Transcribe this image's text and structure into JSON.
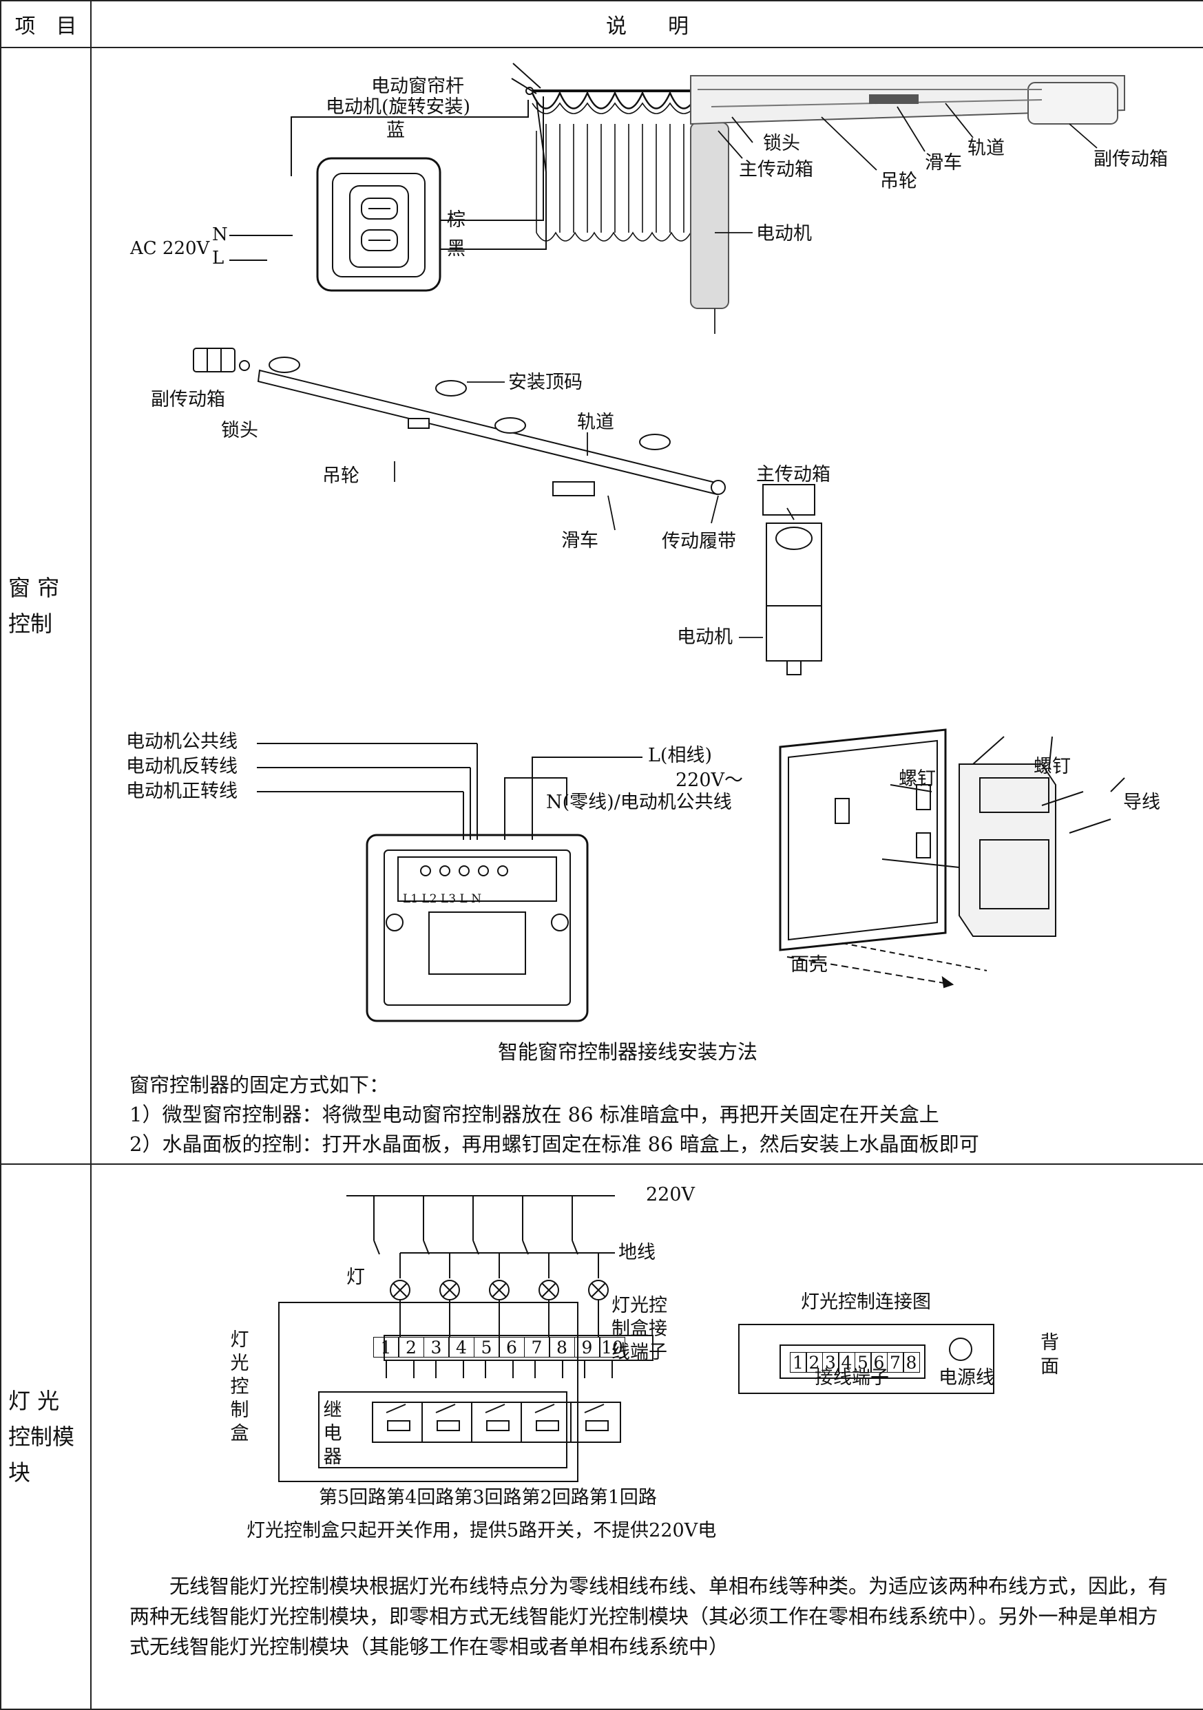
{
  "header": {
    "col1": "项　目",
    "col2": "说　　明"
  },
  "curtain": {
    "label_l1": "窗 帘",
    "label_l2": "控制",
    "fig1": {
      "rod": "电动窗帘杆",
      "motor_rot": "电动机(旋转安装)",
      "blue": "蓝",
      "brown": "棕",
      "black": "黑",
      "ac": "AC 220V",
      "n": "N",
      "l": "L"
    },
    "fig2": {
      "lock": "锁头",
      "main_box": "主传动箱",
      "pulley": "吊轮",
      "trolley": "滑车",
      "track": "轨道",
      "sub_box": "副传动箱",
      "motor": "电动机"
    },
    "fig3": {
      "sub_box": "副传动箱",
      "lock": "锁头",
      "pulley": "吊轮",
      "top_code": "安装顶码",
      "track": "轨道",
      "main_box": "主传动箱",
      "trolley": "滑车",
      "belt": "传动履带",
      "motor": "电动机"
    },
    "fig4": {
      "common": "电动机公共线",
      "reverse": "电动机反转线",
      "forward": "电动机正转线",
      "l_phase": "L(相线)",
      "v220": "220V～",
      "n_neutral": "N(零线)/电动机公共线",
      "terminals": "L1 L2 L3  L  N",
      "screw1": "螺钉",
      "screw2": "螺钉",
      "wire": "导线",
      "panel": "面壳"
    },
    "caption": "智能窗帘控制器接线安装方法",
    "text_intro": "窗帘控制器的固定方式如下：",
    "text_1": "1）微型窗帘控制器：将微型电动窗帘控制器放在 86 标准暗盒中，再把开关固定在开关盒上",
    "text_2": "2）水晶面板的控制：打开水晶面板，再用螺钉固定在标准 86 暗盒上，然后安装上水晶面板即可"
  },
  "light": {
    "label_l1": "灯 光",
    "label_l2": "控制模",
    "label_l3": "块",
    "v220": "220V",
    "ground": "地线",
    "lamp": "灯",
    "box_label": [
      "灯",
      "光",
      "控",
      "制",
      "盒"
    ],
    "relay_label": [
      "继",
      "电",
      "器"
    ],
    "terminal_box_label": [
      "灯光控",
      "制盒接",
      "线端子"
    ],
    "terminals": [
      "1",
      "2",
      "3",
      "4",
      "5",
      "6",
      "7",
      "8",
      "9",
      "10"
    ],
    "circuits": "第5回路第4回路第3回路第2回路第1回路",
    "note": "灯光控制盒只起开关作用，提供5路开关，不提供220V电",
    "conn_title": "灯光控制连接图",
    "conn_terminals": [
      "1",
      "2",
      "3",
      "4",
      "5",
      "6",
      "7",
      "8"
    ],
    "conn_terminal_label": "接线端子",
    "power_line": "电源线",
    "back_l1": "背",
    "back_l2": "面",
    "para": "无线智能灯光控制模块根据灯光布线特点分为零线相线布线、单相布线等种类。为适应该两种布线方式，因此，有两种无线智能灯光控制模块，即零相方式无线智能灯光控制模块（其必须工作在零相布线系统中）。另外一种是单相方式无线智能灯光控制模块（其能够工作在零相或者单相布线系统中）"
  }
}
